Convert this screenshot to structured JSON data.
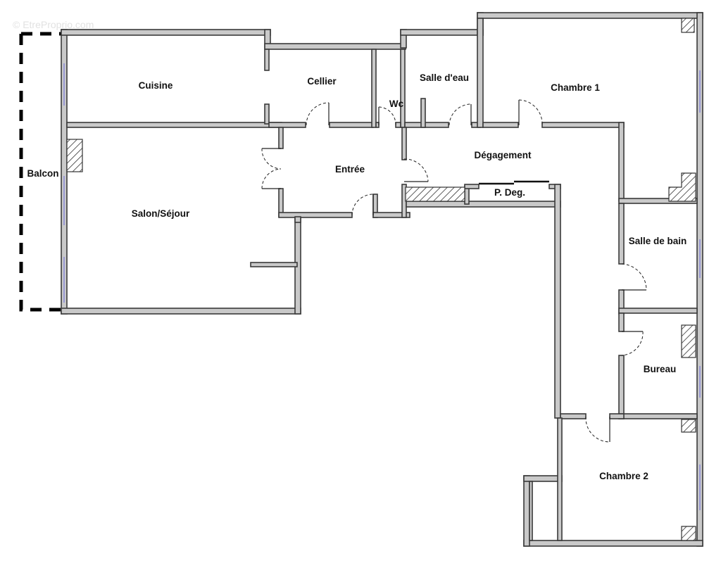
{
  "watermark": "© EtreProprio.com",
  "rooms": {
    "cuisine": "Cuisine",
    "cellier": "Cellier",
    "wc": "Wc",
    "salle_eau": "Salle d'eau",
    "chambre1": "Chambre 1",
    "balcon": "Balcon",
    "entree": "Entrée",
    "degagement": "Dégagement",
    "p_deg": "P. Deg.",
    "salon": "Salon/Séjour",
    "salle_bain": "Salle de bain",
    "bureau": "Bureau",
    "chambre2": "Chambre 2"
  },
  "colors": {
    "wall_fill": "#c9c9c9",
    "wall_stroke": "#3a3a3a",
    "window": "#6a6adf"
  }
}
